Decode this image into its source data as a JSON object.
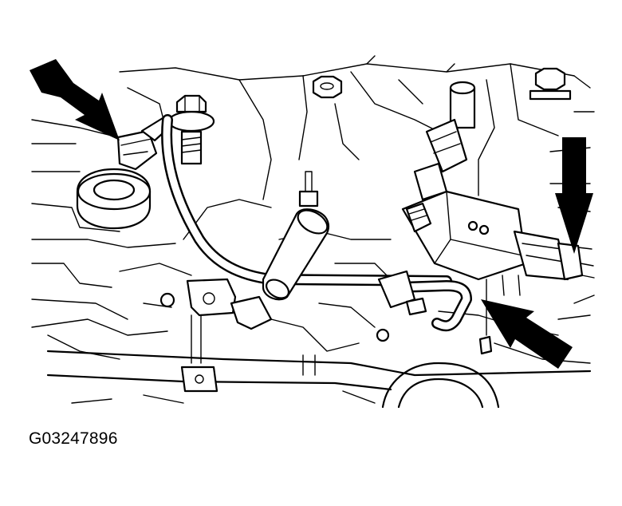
{
  "figure_id": "G03247896",
  "colors": {
    "background": "#ffffff",
    "line_art": "#000000"
  },
  "callout_arrows": [
    {
      "name": "upper-left-arrow",
      "direction": "down-right"
    },
    {
      "name": "right-vertical-arrow",
      "direction": "down"
    },
    {
      "name": "lower-right-arrow",
      "direction": "up-left"
    }
  ]
}
